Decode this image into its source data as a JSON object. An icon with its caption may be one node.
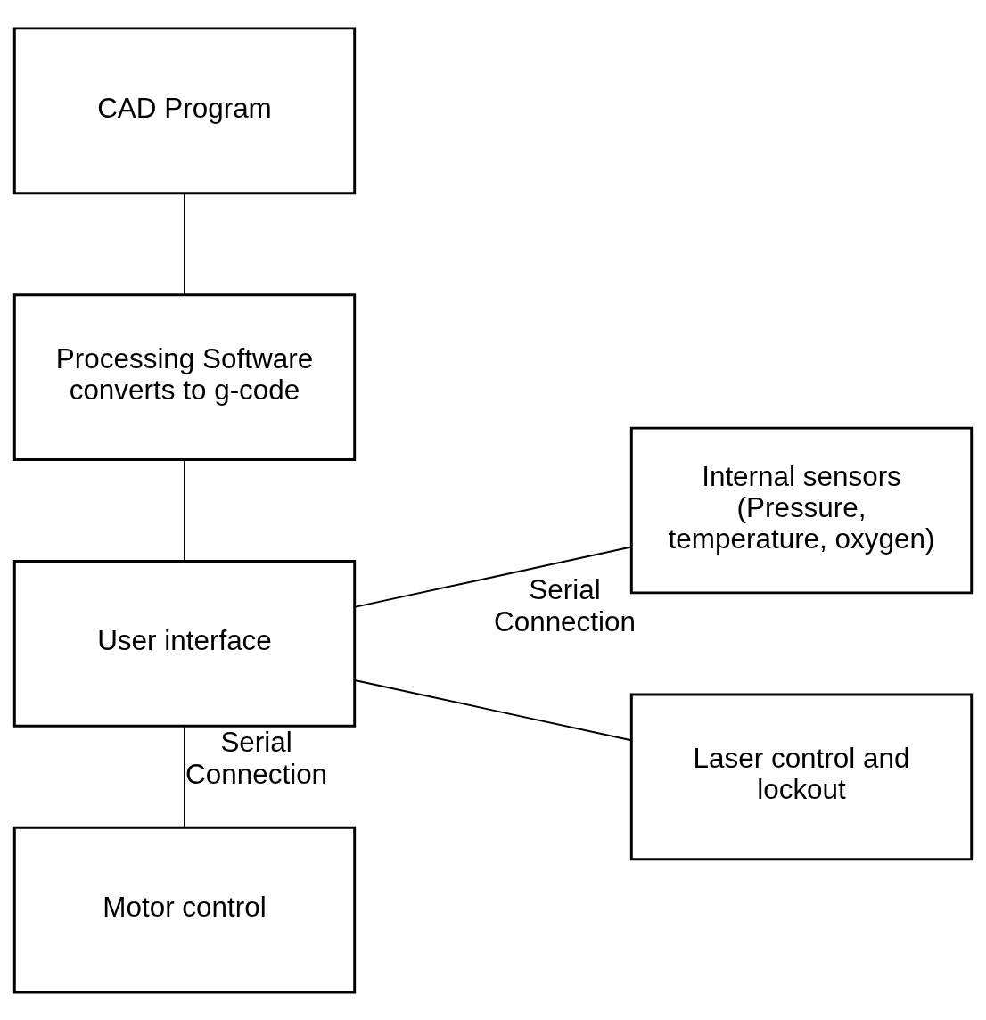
{
  "diagram": {
    "nodes": [
      {
        "text": [
          "CAD Program"
        ]
      },
      {
        "text": [
          "Processing Software converts to g-code"
        ]
      },
      {
        "text": [
          "User interface"
        ]
      },
      {
        "text": [
          "Internal sensors (Pressure, temperature, oxygen)"
        ]
      },
      {
        "text": [
          "Laser control and lockout"
        ]
      },
      {
        "text": [
          "Motor control"
        ]
      }
    ],
    "edges": [
      {
        "from": 0,
        "to": 1,
        "arrow": "none"
      },
      {
        "from": 1,
        "to": 2,
        "arrow": "none"
      },
      {
        "from": 2,
        "to": 3,
        "arrow": "none",
        "label": "Serial Connection"
      },
      {
        "from": 2,
        "to": 4,
        "arrow": "none"
      },
      {
        "from": 2,
        "to": 5,
        "arrow": "none",
        "label": "Serial Connection"
      }
    ]
  }
}
